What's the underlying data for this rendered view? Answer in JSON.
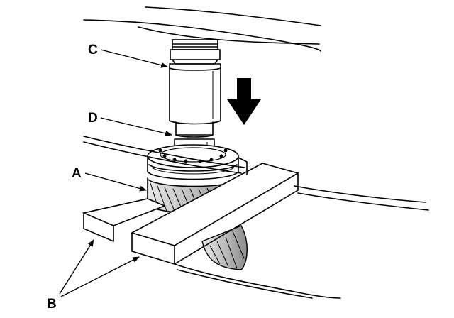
{
  "labels": {
    "a": "A",
    "b": "B",
    "c": "C",
    "d": "D"
  },
  "icons": {
    "press_direction": "down-arrow-icon"
  },
  "colors": {
    "line": "#000000",
    "background": "#ffffff"
  }
}
